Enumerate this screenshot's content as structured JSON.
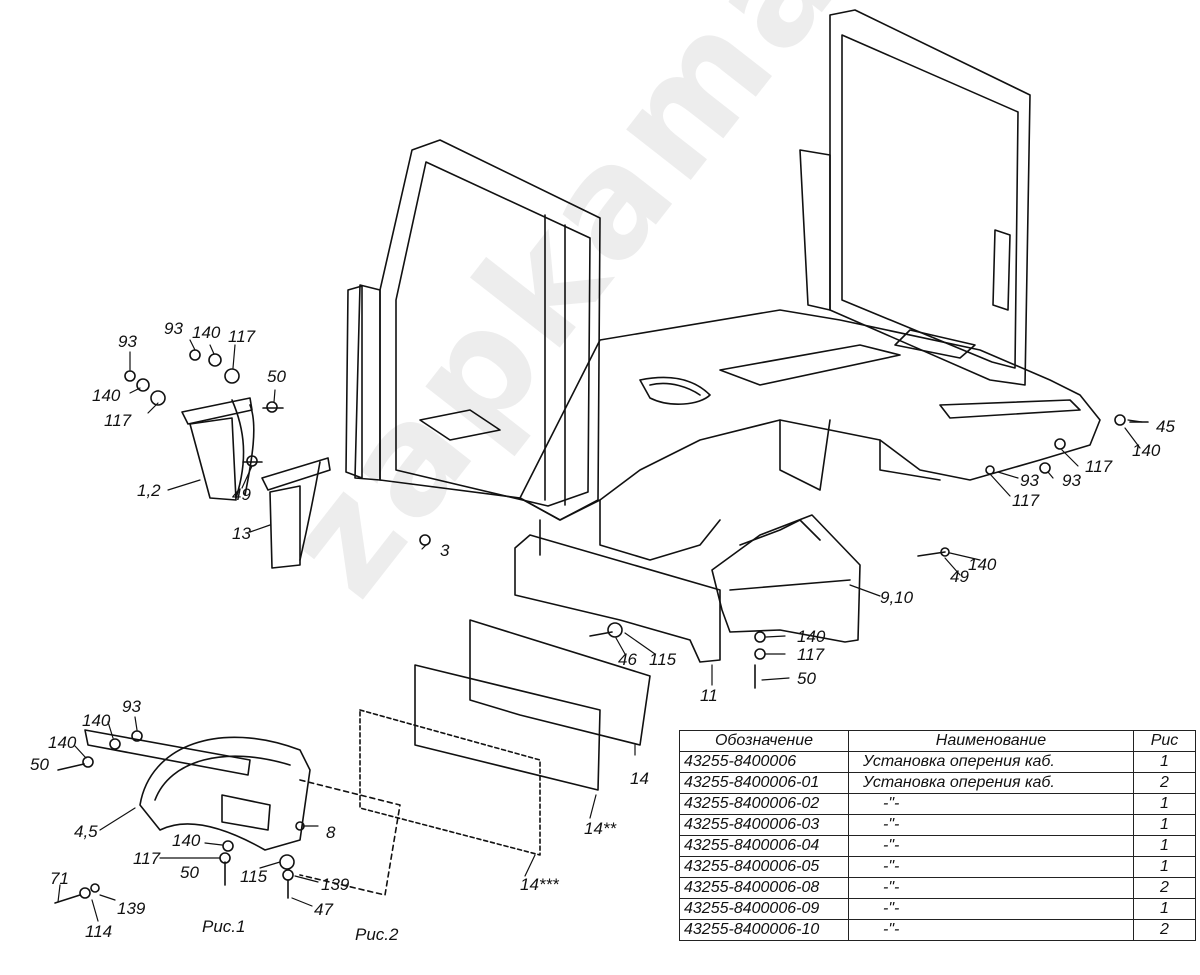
{
  "watermark": "zapkamaz.ru",
  "callouts": {
    "l93a": "93",
    "l93b": "93",
    "l140a": "140",
    "l117a": "117",
    "l140b": "140",
    "l117b": "117",
    "l50a": "50",
    "l12": "1,2",
    "l49a": "49",
    "l13": "13",
    "l3": "3",
    "l45": "45",
    "l140c": "140",
    "l117c": "117",
    "l93c": "93",
    "l93d": "93",
    "l117d": "117",
    "l140d": "140",
    "l49b": "49",
    "l910": "9,10",
    "l140e": "140",
    "l117e": "117",
    "l50b": "50",
    "l46": "46",
    "l115a": "115",
    "l11": "11",
    "l14": "14",
    "l14s2": "14**",
    "l14s3": "14***",
    "l93e": "93",
    "l140f": "140",
    "l140g": "140",
    "l50c": "50",
    "l45b": "4,5",
    "l8": "8",
    "l140h": "140",
    "l117f": "117",
    "l50d": "50",
    "l115b": "115",
    "l139a": "139",
    "l47": "47",
    "l71": "71",
    "l139b": "139",
    "l114": "114",
    "fig1": "Рис.1",
    "fig2": "Рис.2"
  },
  "table": {
    "headers": [
      "Обозначение",
      "Наименование",
      "Рис"
    ],
    "rows": [
      [
        "43255-8400006",
        "Установка оперения каб.",
        "1"
      ],
      [
        "43255-8400006-01",
        "Установка оперения каб.",
        "2"
      ],
      [
        "43255-8400006-02",
        "-\"-",
        "1"
      ],
      [
        "43255-8400006-03",
        "-\"-",
        "1"
      ],
      [
        "43255-8400006-04",
        "-\"-",
        "1"
      ],
      [
        "43255-8400006-05",
        "-\"-",
        "1"
      ],
      [
        "43255-8400006-08",
        "-\"-",
        "2"
      ],
      [
        "43255-8400006-09",
        "-\"-",
        "1"
      ],
      [
        "43255-8400006-10",
        "-\"-",
        "2"
      ]
    ]
  }
}
